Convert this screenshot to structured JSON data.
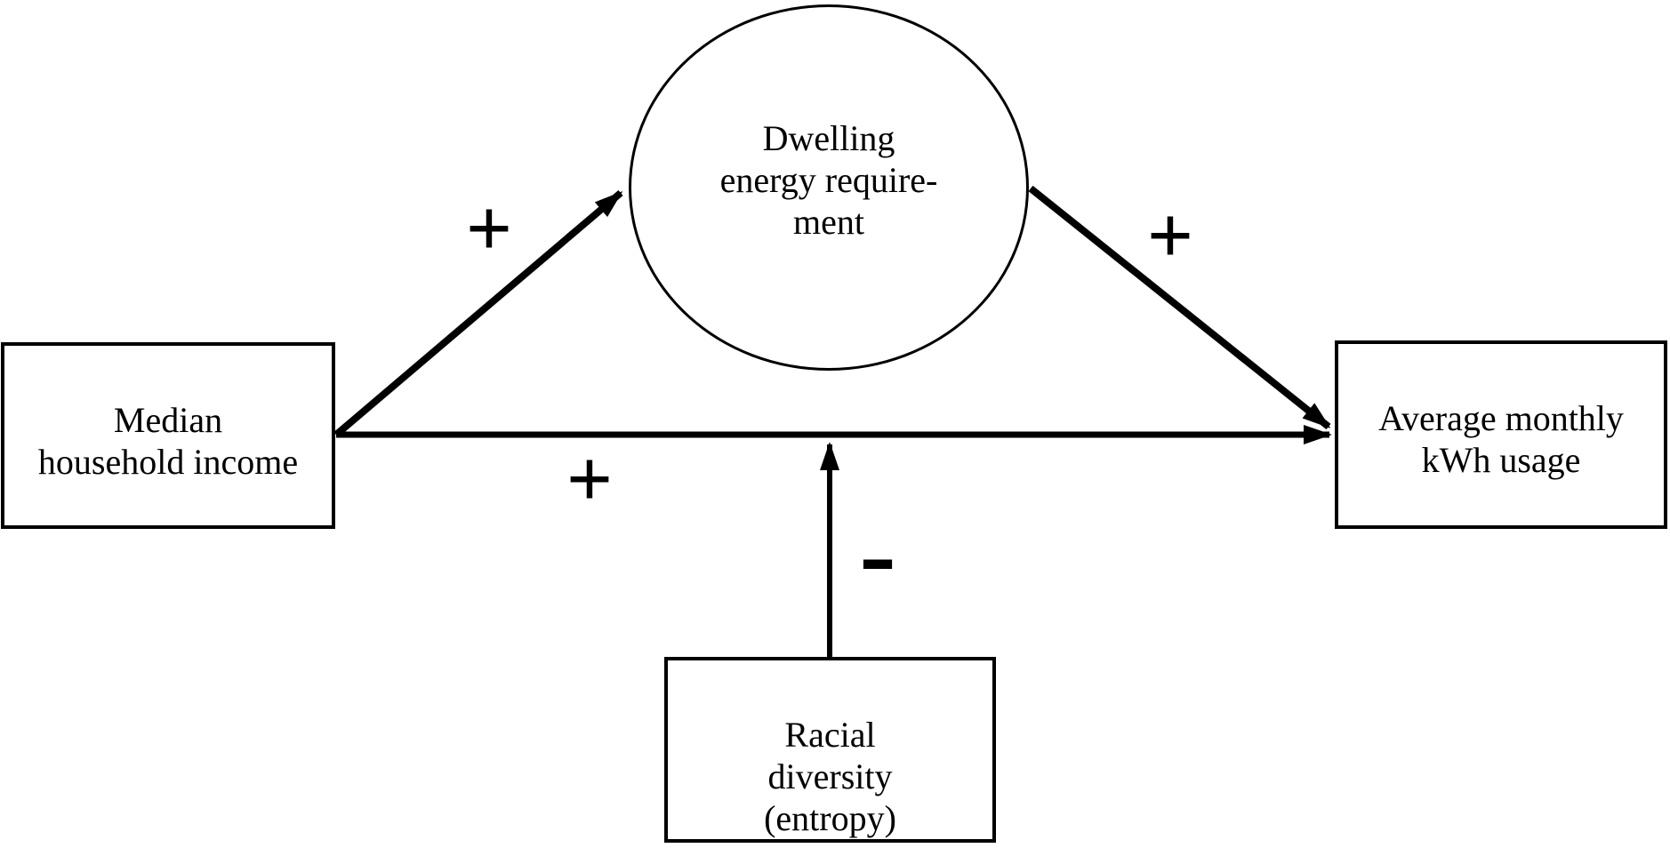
{
  "diagram": {
    "background_color": "#ffffff",
    "stroke_color": "#000000",
    "nodes": {
      "income": {
        "shape": "rectangle",
        "label": "Median\nhousehold income"
      },
      "dwelling": {
        "shape": "circle",
        "label": "Dwelling\nenergy require-\nment"
      },
      "kwh": {
        "shape": "rectangle",
        "label": "Average monthly\nkWh usage"
      },
      "racial": {
        "shape": "rectangle",
        "label": "Racial\ndiversity\n(entropy)"
      }
    },
    "edges": [
      {
        "from": "Median household income",
        "to": "Dwelling energy requirement",
        "sign": "+"
      },
      {
        "from": "Dwelling energy requirement",
        "to": "Average monthly kWh usage",
        "sign": "+"
      },
      {
        "from": "Median household income",
        "to": "Average monthly kWh usage",
        "sign": "+"
      },
      {
        "from": "Racial diversity (entropy)",
        "to": "income-to-kWh path (moderation)",
        "sign": "-"
      }
    ]
  }
}
